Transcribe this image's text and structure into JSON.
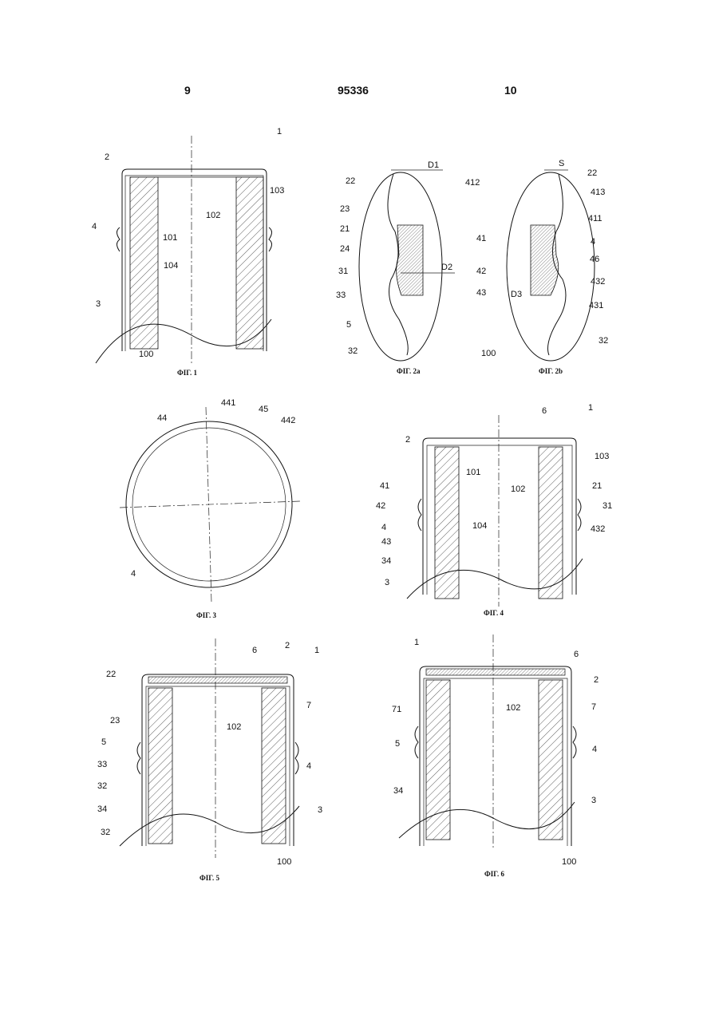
{
  "header": {
    "left_page": "9",
    "patent_number": "95336",
    "right_page": "10"
  },
  "figures": {
    "fig1": {
      "caption": "ФІГ. 1",
      "labels": [
        "1",
        "2",
        "103",
        "102",
        "101",
        "4",
        "104",
        "3",
        "100"
      ]
    },
    "fig2a": {
      "caption": "ФІГ. 2a",
      "labels": [
        "D1",
        "22",
        "412",
        "23",
        "21",
        "24",
        "31",
        "33",
        "5",
        "32",
        "D2",
        "41",
        "42",
        "43",
        "100"
      ]
    },
    "fig2b": {
      "caption": "ФІГ. 2b",
      "labels": [
        "S",
        "22",
        "413",
        "411",
        "4",
        "46",
        "432",
        "D3",
        "431",
        "32"
      ]
    },
    "fig3": {
      "caption": "ФІГ. 3",
      "labels": [
        "441",
        "45",
        "44",
        "442",
        "4"
      ]
    },
    "fig4": {
      "caption": "ФІГ. 4",
      "labels": [
        "6",
        "1",
        "2",
        "103",
        "101",
        "102",
        "21",
        "31",
        "41",
        "42",
        "4",
        "432",
        "104",
        "43",
        "34",
        "3"
      ]
    },
    "fig5": {
      "caption": "ФІГ. 5",
      "labels": [
        "6",
        "2",
        "1",
        "22",
        "7",
        "102",
        "23",
        "5",
        "33",
        "4",
        "32",
        "34",
        "3",
        "32",
        "100"
      ]
    },
    "fig6": {
      "caption": "ФІГ. 6",
      "labels": [
        "1",
        "6",
        "2",
        "102",
        "7",
        "71",
        "5",
        "4",
        "34",
        "3",
        "100"
      ]
    }
  }
}
